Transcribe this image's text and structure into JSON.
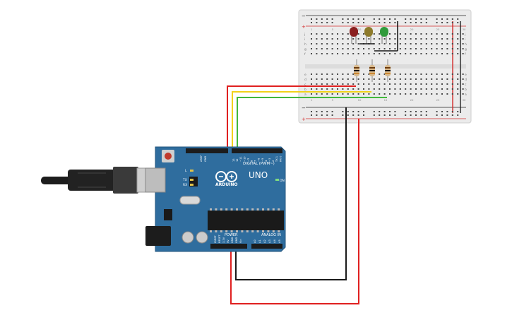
{
  "arduino": {
    "brand_text": "ARDUINO",
    "model_text": "UNO",
    "digital_label": "DIGITAL (PWM~)",
    "power_label": "POWER",
    "analog_label": "ANALOG IN",
    "on_label": "ON",
    "tx_label": "TX",
    "rx_label": "RX",
    "l_label": "L",
    "aref_label": "AREF",
    "gnd_label": "GND",
    "ioref_label": "IOREF",
    "reset_label": "RESET",
    "v33_label": "3.3V",
    "v5_label": "5V",
    "vin_label": "Vin",
    "digital_pins": [
      "13",
      "12",
      "~11",
      "~10",
      "~9",
      "8",
      "7",
      "~6",
      "~5",
      "4",
      "~3",
      "2",
      "TX 1",
      "RX 0"
    ],
    "analog_pins": [
      "A0",
      "A1",
      "A2",
      "A3",
      "A4",
      "A5"
    ],
    "colors": {
      "board": "#2f6d9e",
      "board_dark": "#245b86",
      "header": "#1c1c1c"
    }
  },
  "breadboard": {
    "row_letters_top": [
      "j",
      "i",
      "h",
      "g",
      "f"
    ],
    "row_letters_bottom": [
      "e",
      "d",
      "c",
      "b",
      "a"
    ],
    "rail_plus": "+",
    "rail_minus": "−",
    "column_numbers": [
      "1",
      "5",
      "10",
      "15",
      "20",
      "25",
      "30"
    ],
    "colors": {
      "body": "#ebebeb",
      "hole": "#4a4a4a",
      "rail_red": "#d22b2b",
      "rail_black": "#222222"
    }
  },
  "components": {
    "leds": [
      {
        "name": "red-led",
        "color": "#8a1f1f"
      },
      {
        "name": "yellow-led",
        "color": "#8d7a2a"
      },
      {
        "name": "green-led",
        "color": "#2f9a3a"
      }
    ],
    "resistor_color": "#d8b98c"
  },
  "wires": {
    "red": "#e02020",
    "yellow": "#f1d21b",
    "green": "#41b83b",
    "black": "#1a1a1a"
  }
}
